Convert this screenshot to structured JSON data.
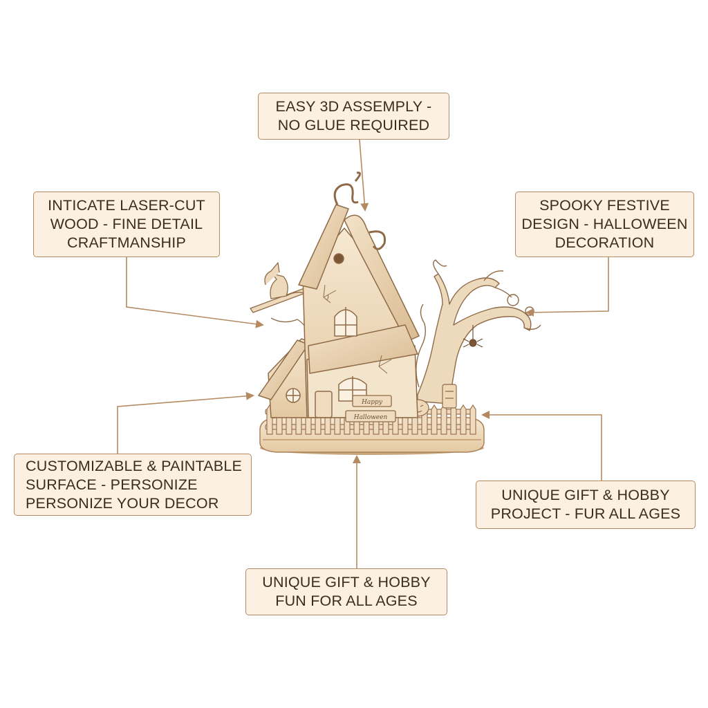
{
  "colors": {
    "background": "#ffffff",
    "label_fill": "#fbf0e1",
    "label_border": "#b58a60",
    "label_text": "#3f2b1c",
    "connector": "#b58a60",
    "wood_light": "#f1e0c6",
    "wood_mid": "#e3c9a3",
    "wood_dark": "#9a7450"
  },
  "callouts": {
    "top": {
      "lines": [
        "EASY 3D ASSEMPLY -",
        "NO GLUE REQUIRED"
      ]
    },
    "upper_left": {
      "lines": [
        "INTICATE LASER-CUT",
        "WOOD - FINE DETAIL",
        "CRAFTMANSHIP"
      ]
    },
    "upper_right": {
      "lines": [
        "SPOOKY FESTIVE",
        "DESIGN - HALLOWEEN",
        "DECORATION"
      ]
    },
    "lower_left": {
      "lines": [
        "CUSTOMIZABLE & PAINTABLE",
        "SURFACE - PERSONIZE",
        "PERSONIZE YOUR DECOR"
      ]
    },
    "lower_right": {
      "lines": [
        "UNIQUE GIFT & HOBBY",
        "PROJECT - FUR ALL AGES"
      ]
    },
    "bottom": {
      "lines": [
        "UNIQUE GIFT & HOBBY",
        "FUN FOR ALL AGES"
      ]
    }
  },
  "product": {
    "sign_lines": [
      "Happy",
      "Halloween"
    ],
    "icons": [
      "haunted-house-icon",
      "dead-tree-icon",
      "witch-icon",
      "pumpkin-icon",
      "spider-icon",
      "fence-icon"
    ]
  }
}
